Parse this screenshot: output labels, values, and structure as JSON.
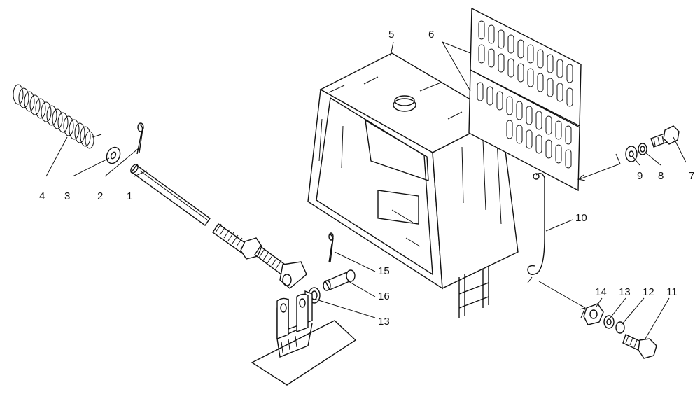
{
  "drawing": {
    "type": "exploded-parts-diagram",
    "line_color": "#111111",
    "background": "#ffffff"
  },
  "callouts": {
    "c1": "1",
    "c2": "2",
    "c3": "3",
    "c4": "4",
    "c5": "5",
    "c6": "6",
    "c7": "7",
    "c8": "8",
    "c9": "9",
    "c10": "10",
    "c11": "11",
    "c12": "12",
    "c13a": "13",
    "c13b": "13",
    "c14": "14",
    "c15": "15",
    "c16": "16"
  }
}
